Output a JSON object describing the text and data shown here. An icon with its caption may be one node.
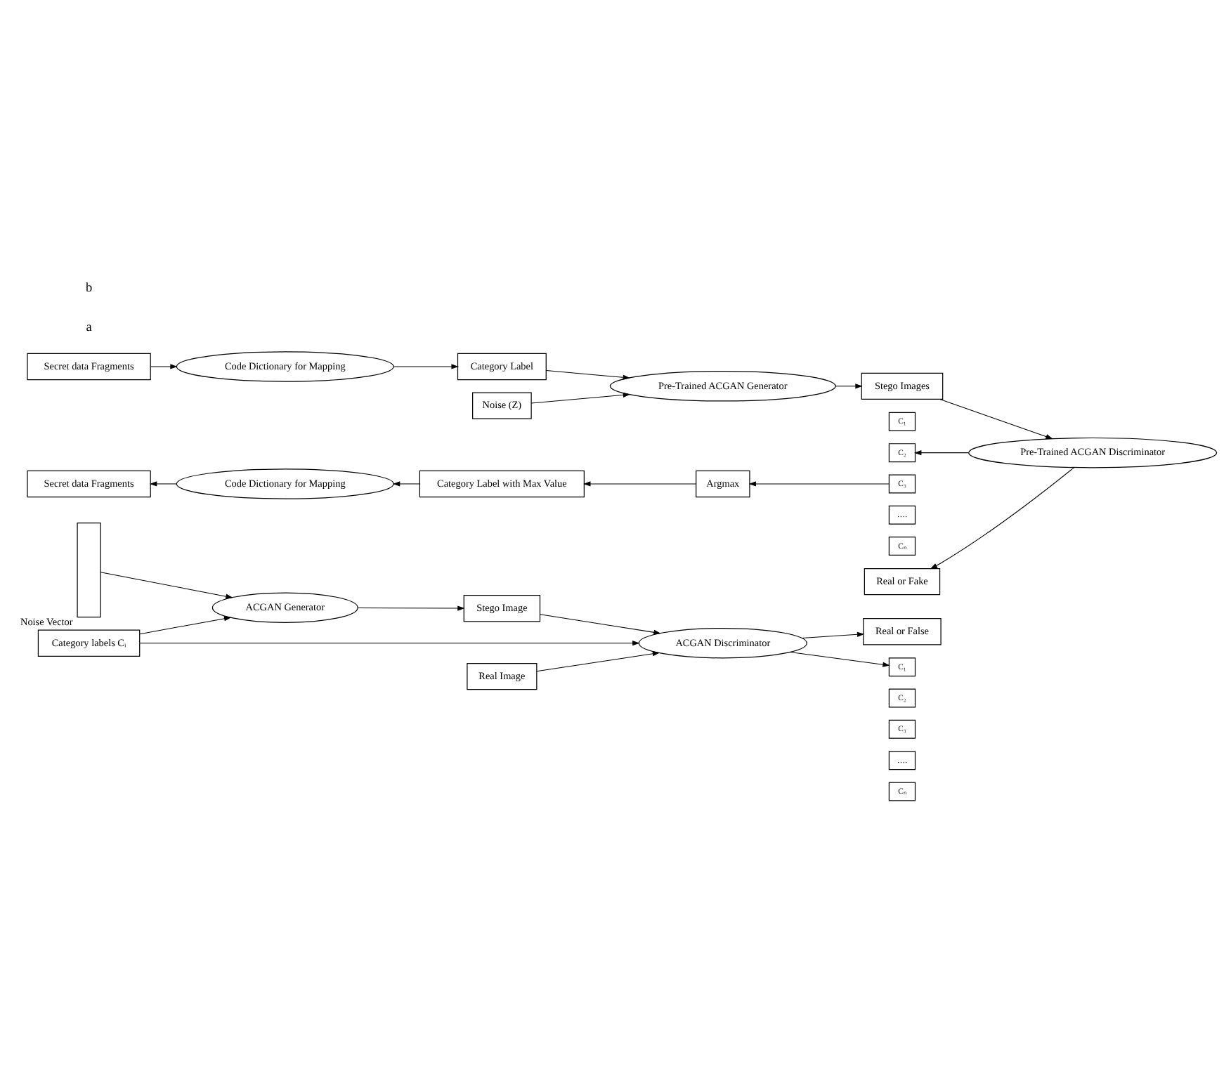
{
  "diagram": {
    "nodes": [
      {
        "text": [
          "Category labels Cᵢ"
        ]
      },
      {
        "text": [],
        "shape": "box",
        "beside": [
          "Noise Vector"
        ]
      },
      {
        "text": [
          "ACGAN Generator"
        ]
      },
      {
        "text": [
          "Real Image"
        ]
      },
      {
        "text": [
          "Stego Image"
        ]
      },
      {
        "text": [
          "ACGAN Discriminator"
        ]
      },
      {
        "text": [
          "Real or False"
        ]
      },
      {
        "text": [
          "C₁"
        ]
      },
      {
        "text": [
          "C₂"
        ]
      },
      {
        "text": [
          "C₃"
        ]
      },
      {
        "text": [
          "…."
        ]
      },
      {
        "text": [
          "Cₙ"
        ]
      },
      {
        "text": [
          "Secret data Fragments"
        ]
      },
      {
        "text": [
          "Code Dictionary for Mapping"
        ]
      },
      {
        "text": [
          "Category Label"
        ]
      },
      {
        "text": [
          "Pre-Trained ACGAN Generator"
        ]
      },
      {
        "text": [
          "Noise (Z)"
        ]
      },
      {
        "text": [
          "Stego Images"
        ]
      },
      {
        "text": [
          "C₁"
        ]
      },
      {
        "text": [
          "C₂"
        ]
      },
      {
        "text": [
          "C₃"
        ]
      },
      {
        "text": [
          "…."
        ]
      },
      {
        "text": [
          "Cₙ"
        ]
      },
      {
        "text": [
          "Pre-Trained ACGAN Discriminator"
        ]
      },
      {
        "text": [
          "Real or Fake"
        ]
      },
      {
        "text": [
          "Argmax"
        ]
      },
      {
        "text": [
          "Category Label with Max Value"
        ]
      },
      {
        "text": [
          "Code Dictionary for Mapping"
        ]
      },
      {
        "text": [
          "Secret data Fragments"
        ]
      }
    ],
    "edges": [
      {
        "from": 0,
        "to": 2,
        "arrow": "to"
      },
      {
        "from": 0,
        "to": 5,
        "arrow": "to"
      },
      {
        "from": 1,
        "to": 2,
        "arrow": "to"
      },
      {
        "from": 2,
        "to": 4,
        "arrow": "to"
      },
      {
        "from": 3,
        "to": 5,
        "arrow": "to"
      },
      {
        "from": 4,
        "to": 5,
        "arrow": "to"
      },
      {
        "from": 5,
        "to": 6,
        "arrow": "to"
      },
      {
        "from": 5,
        "to": 7,
        "arrow": "to"
      },
      {
        "from": 12,
        "to": 13,
        "arrow": "to"
      },
      {
        "from": 13,
        "to": 14,
        "arrow": "to"
      },
      {
        "from": 14,
        "to": 15,
        "arrow": "to"
      },
      {
        "from": 16,
        "to": 15,
        "arrow": "to"
      },
      {
        "from": 15,
        "to": 17,
        "arrow": "to"
      },
      {
        "from": 17,
        "to": 23,
        "arrow": "to"
      },
      {
        "from": 23,
        "to": 19,
        "arrow": "to"
      },
      {
        "from": 23,
        "to": 24,
        "arrow": "to"
      },
      {
        "from": 20,
        "to": 25,
        "arrow": "to"
      },
      {
        "from": 25,
        "to": 26,
        "arrow": "to"
      },
      {
        "from": 26,
        "to": 27,
        "arrow": "to"
      },
      {
        "from": 27,
        "to": 28,
        "arrow": "to"
      }
    ],
    "labels": [
      "a",
      "b"
    ]
  }
}
